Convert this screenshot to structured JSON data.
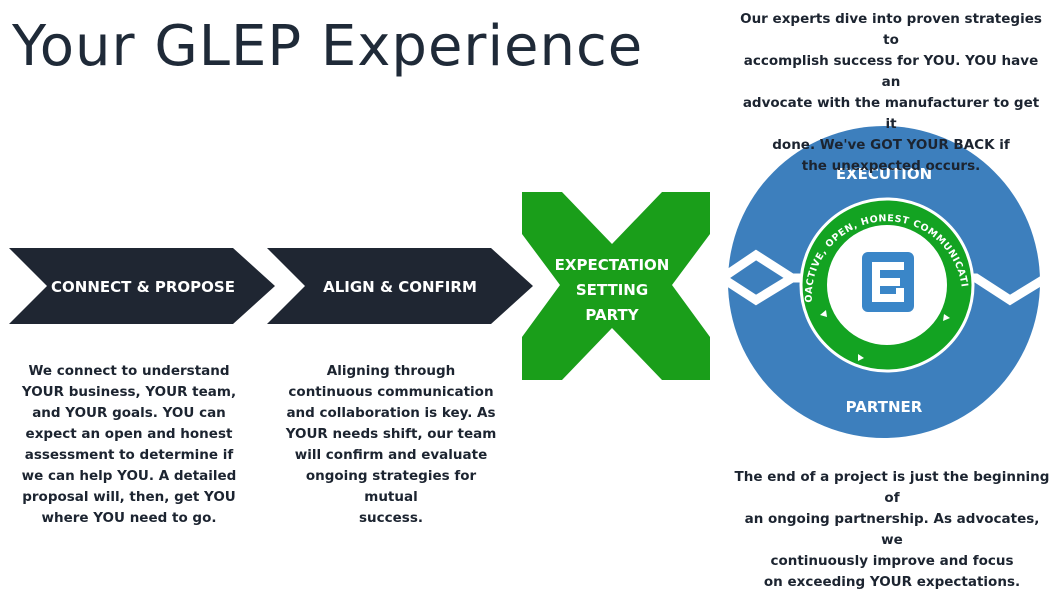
{
  "title": "Your GLEP Experience",
  "steps": [
    {
      "label": "CONNECT & PROPOSE",
      "description": "We connect to understand\nYOUR  business, YOUR team,\nand YOUR goals. YOU can\nexpect an open and honest\nassessment to determine if\nwe can help YOU. A detailed\nproposal will, then, get YOU\nwhere YOU need to go."
    },
    {
      "label": "ALIGN & CONFIRM",
      "description": "Aligning through\ncontinuous  communication\nand collaboration is key. As\nYOUR needs shift, our team\nwill confirm and evaluate\nongoing strategies for mutual\nsuccess."
    },
    {
      "label_lines": [
        "EXPECTATION",
        "SETTING",
        "PARTY"
      ]
    },
    {
      "label": "EXECUTION",
      "description": "Our experts dive into proven strategies to\naccomplish  success for YOU. YOU have an\nadvocate with the manufacturer to get it\ndone. We've GOT YOUR BACK if\nthe  unexpected occurs."
    },
    {
      "label": "PARTNER",
      "description": "The end of a project is just the beginning of\nan ongoing partnership. As advocates, we\ncontinuously improve and focus\non  exceeding YOUR expectations."
    }
  ],
  "ring_text": "PROACTIVE, OPEN, HONEST COMMUNICATION",
  "logo": "glep-logo-icon",
  "colors": {
    "dark": "#1f2632",
    "green": "#1a9e1a",
    "blue": "#3d7fbd",
    "ring_green": "#13a322",
    "logo_blue": "#3a86c8",
    "text": "#1c2430"
  }
}
